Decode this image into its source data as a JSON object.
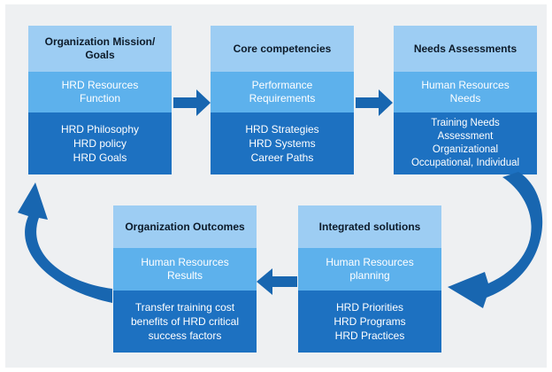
{
  "colors": {
    "header_bg": "#9dcdf3",
    "middle_bg": "#5db1ec",
    "bottom_bg": "#1d71c1",
    "arrow": "#1866b0",
    "background": "#eef0f2"
  },
  "boxes": [
    {
      "title_lines": [
        "Organization Mission/",
        "Goals"
      ],
      "middle_lines": [
        "HRD Resources",
        "Function"
      ],
      "bottom_lines": [
        "HRD Philosophy",
        "HRD policy",
        "HRD Goals"
      ]
    },
    {
      "title_lines": [
        "Core competencies"
      ],
      "middle_lines": [
        "Performance",
        "Requirements"
      ],
      "bottom_lines": [
        "HRD Strategies",
        "HRD Systems",
        "Career Paths"
      ]
    },
    {
      "title_lines": [
        "Needs Assessments"
      ],
      "middle_lines": [
        "Human Resources",
        "Needs"
      ],
      "bottom_lines": [
        "Training Needs",
        "Assessment",
        "Organizational",
        "Occupational, Individual"
      ]
    },
    {
      "title_lines": [
        "Organization Outcomes"
      ],
      "middle_lines": [
        "Human Resources",
        "Results"
      ],
      "bottom_lines": [
        "Transfer training cost",
        "benefits of HRD critical",
        "success factors"
      ]
    },
    {
      "title_lines": [
        "Integrated solutions"
      ],
      "middle_lines": [
        "Human Resources",
        "planning"
      ],
      "bottom_lines": [
        "HRD Priorities",
        "HRD Programs",
        "HRD Practices"
      ]
    }
  ]
}
